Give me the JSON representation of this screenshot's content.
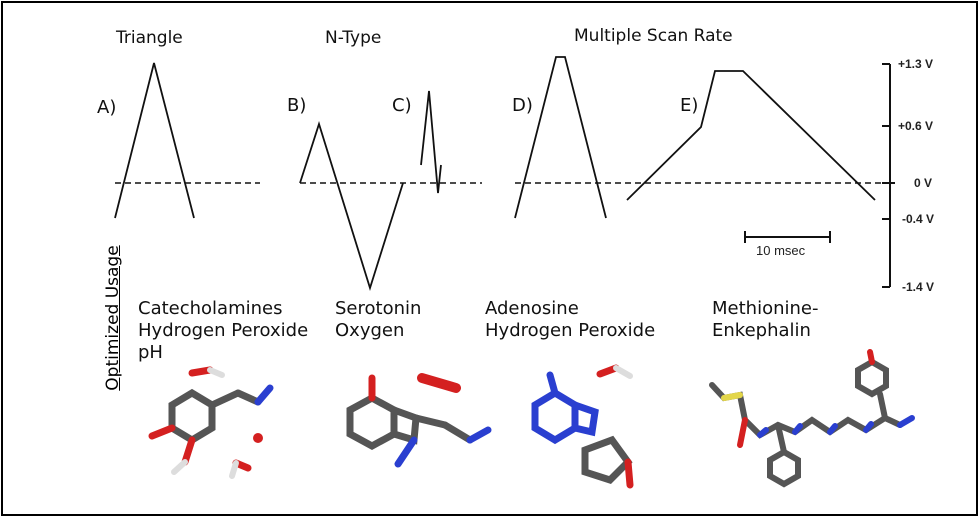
{
  "titles": {
    "triangle": "Triangle",
    "ntype": "N-Type",
    "multiple": "Multiple Scan Rate"
  },
  "panels": [
    "A)",
    "B)",
    "C)",
    "D)",
    "E)"
  ],
  "axis": {
    "ticks": [
      "+1.3 V",
      "+0.6 V",
      "0 V",
      "-0.4 V",
      "-1.4 V"
    ],
    "scale_bar": "10 msec"
  },
  "side_label": "Optimized Usage",
  "analytes": [
    {
      "lines": [
        "Catecholamines",
        "Hydrogen Peroxide",
        "pH"
      ]
    },
    {
      "lines": [
        "Serotonin",
        "Oxygen"
      ]
    },
    {
      "lines": [
        "Adenosine",
        "Hydrogen Peroxide"
      ]
    },
    {
      "lines": [
        "Methionine-",
        "Enkephalin"
      ]
    }
  ],
  "colors": {
    "carbon": "#555555",
    "oxygen": "#d42020",
    "nitrogen": "#2a3fd0",
    "hydrogen": "#e6e6e6",
    "sulfur": "#e3d64a"
  }
}
